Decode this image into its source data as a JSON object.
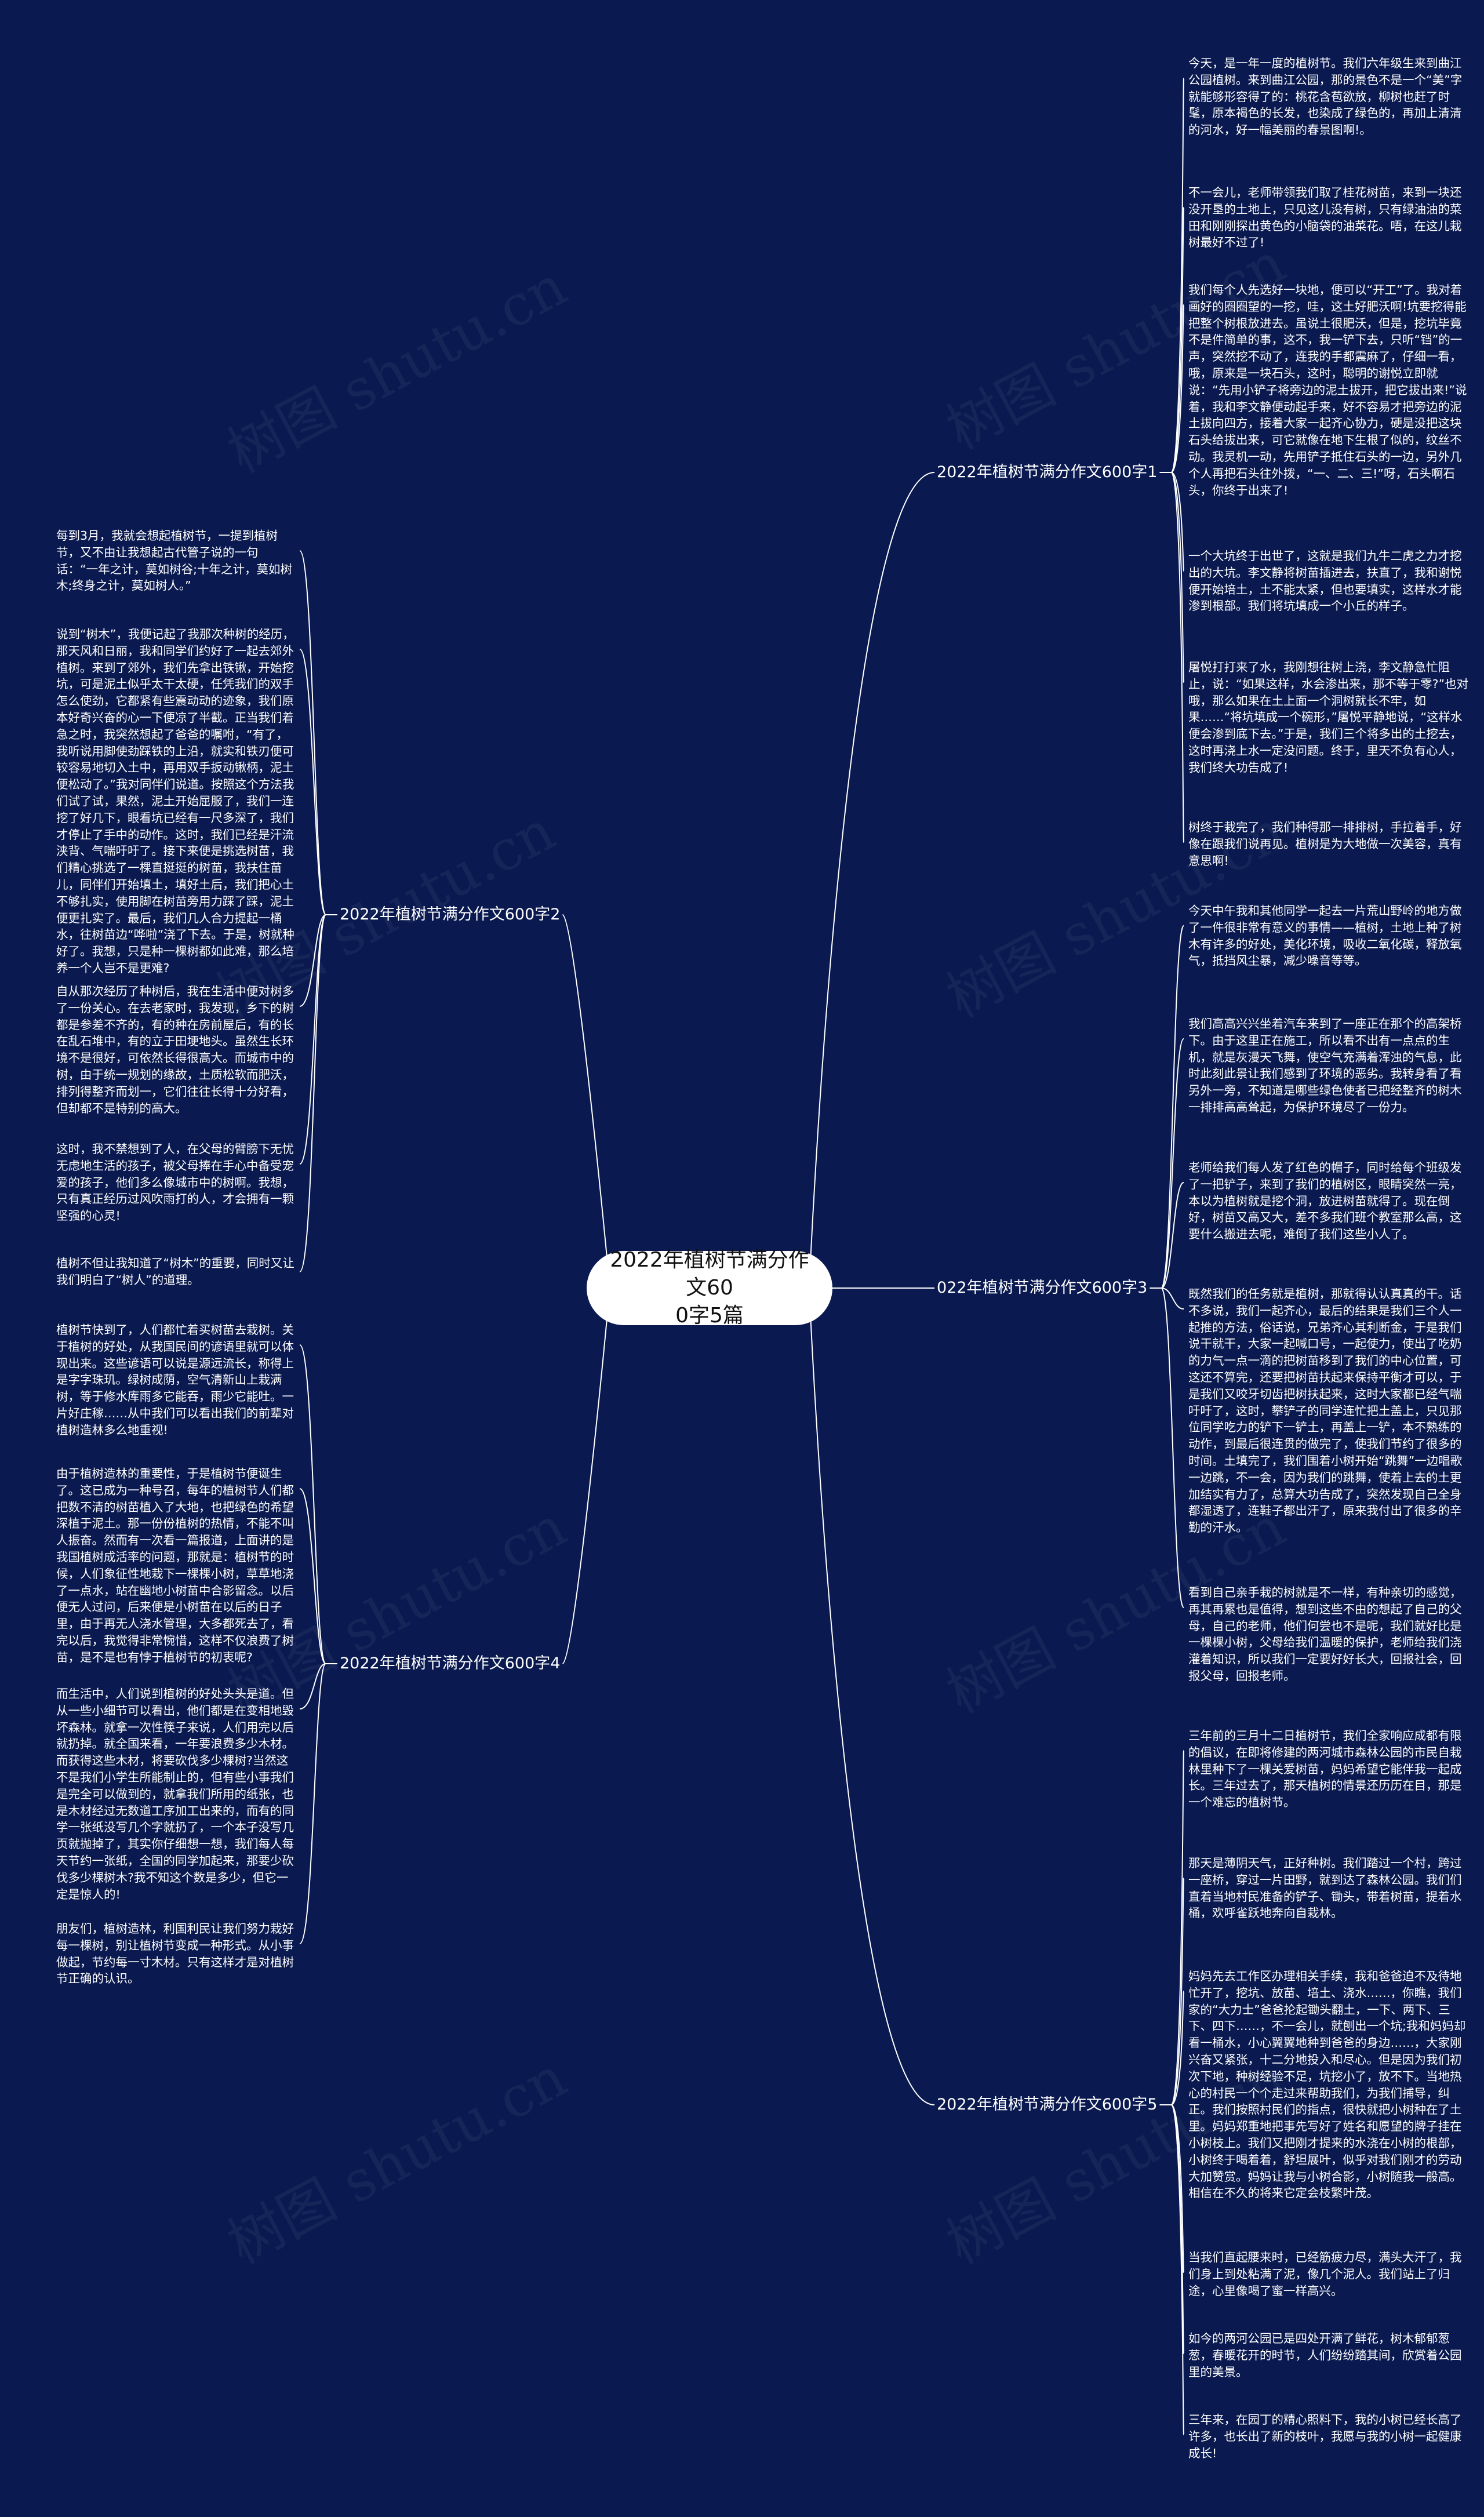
{
  "root": {
    "line1": "2022年植树节满分作文60",
    "line2": "0字5篇"
  },
  "watermark": "树图 shutu.cn",
  "colors": {
    "background": "#0a1a50",
    "line": "#ffffff",
    "root_fill": "#ffffff",
    "root_text": "#111111"
  },
  "branches": [
    {
      "label": "2022年植树节满分作文600字1",
      "leaves": [
        "今天，是一年一度的植树节。我们六年级生来到曲江公园植树。来到曲江公园，那的景色不是一个“美”字就能够形容得了的：桃花含苞欲放，柳树也赶了时髦，原本褐色的长发，也染成了绿色的，再加上清清的河水，好一幅美丽的春景图啊!。",
        "不一会儿，老师带领我们取了桂花树苗，来到一块还没开垦的土地上，只见这儿没有树，只有绿油油的菜田和刚刚探出黄色的小脑袋的油菜花。唔，在这儿栽树最好不过了!",
        "我们每个人先选好一块地，便可以“开工”了。我对着画好的圈圈望的一挖，哇，这土好肥沃啊!坑要挖得能把整个树根放进去。虽说土很肥沃，但是，挖坑毕竟不是件简单的事，这不，我一铲下去，只听“铛”的一声，突然挖不动了，连我的手都震麻了，仔细一看，哦，原来是一块石头，这时，聪明的谢悦立即就说：“先用小铲子将旁边的泥土拔开，把它拔出来!”说着，我和李文静便动起手来，好不容易才把旁边的泥土拔向四方，接着大家一起齐心协力，硬是没把这块石头给拔出来，可它就像在地下生根了似的，纹丝不动。我灵机一动，先用铲子抵住石头的一边，另外几个人再把石头往外拨，“一、二、三!”呀，石头啊石头，你终于出来了!",
        "一个大坑终于出世了，这就是我们九牛二虎之力才挖出的大坑。李文静将树苗插进去，扶直了，我和谢悦便开始培土，土不能太紧，但也要填实，这样水才能渗到根部。我们将坑填成一个小丘的样子。",
        "屠悦打打来了水，我刚想往树上浇，李文静急忙阻止，说：“如果这样，水会渗出来，那不等于零?”也对哦，那么如果在土上面一个洞树就长不牢，如果……“将坑填成一个碗形，”屠悦平静地说，“这样水便会渗到底下去。”于是，我们三个将多出的土挖去，这时再浇上水一定没问题。终于，里天不负有心人，我们终大功告成了!",
        "树终于栽完了，我们种得那一排排树，手拉着手，好像在跟我们说再见。植树是为大地做一次美容，真有意思啊!"
      ]
    },
    {
      "label": "2022年植树节满分作文600字2",
      "leaves": [
        "每到3月，我就会想起植树节，一提到植树节，又不由让我想起古代管子说的一句话：“一年之计，莫如树谷;十年之计，莫如树木;终身之计，莫如树人。”",
        "说到“树木”，我便记起了我那次种树的经历，那天风和日丽，我和同学们约好了一起去郊外植树。来到了郊外，我们先拿出铁锹，开始挖坑，可是泥土似乎太干太硬，任凭我们的双手怎么使劲，它都紧有些震动动的迹象，我们原本好奇兴奋的心一下便凉了半截。正当我们着急之时，我突然想起了爸爸的嘱咐，“有了，我听说用脚使劲踩铁的上沿，就实和铁刃便可较容易地切入土中，再用双手扳动锹柄，泥土便松动了。”我对同伴们说道。按照这个方法我们试了试，果然，泥土开始屈服了，我们一连挖了好几下，眼看坑已经有一尺多深了，我们才停止了手中的动作。这时，我们已经是汗流浃背、气喘吁吁了。接下来便是挑选树苗，我们精心挑选了一棵直挺挺的树苗，我扶住苗儿，同伴们开始填土，填好土后，我们把心土不够扎实，使用脚在树苗旁用力踩了踩，泥土便更扎实了。最后，我们几人合力提起一桶水，往树苗边“哗啦”浇了下去。于是，树就种好了。我想，只是种一棵树都如此难，那么培养一个人岂不是更难?",
        "自从那次经历了种树后，我在生活中便对树多了一份关心。在去老家时，我发现，乡下的树都是参差不齐的，有的种在房前屋后，有的长在乱石堆中，有的立于田埂地头。虽然生长环境不是很好，可依然长得很高大。而城市中的树，由于统一规划的缘故，土质松软而肥沃，排列得整齐而划一，它们往往长得十分好看，但却都不是特别的高大。",
        "这时，我不禁想到了人，在父母的臂膀下无忧无虑地生活的孩子，被父母捧在手心中备受宠爱的孩子，他们多么像城市中的树啊。我想，只有真正经历过风吹雨打的人，才会拥有一颗坚强的心灵!",
        "植树不但让我知道了“树木”的重要，同时又让我们明白了“树人”的道理。"
      ]
    },
    {
      "label": "022年植树节满分作文600字3",
      "leaves": [
        "今天中午我和其他同学一起去一片荒山野岭的地方做了一件很非常有意义的事情——植树，土地上种了树木有许多的好处，美化环境，吸收二氧化碳，释放氧气，抵挡风尘暴，减少噪音等等。",
        "我们高高兴兴坐着汽车来到了一座正在那个的高架桥下。由于这里正在施工，所以看不出有一点点的生机，就是灰漫天飞舞，使空气充满着浑浊的气息，此时此刻此景让我们感到了环境的恶劣。我转身看了看另外一旁，不知道是哪些绿色使者已把经整齐的树木一排排高高耸起，为保护环境尽了一份力。",
        "老师给我们每人发了红色的帽子，同时给每个班级发了一把铲子，来到了我们的植树区，眼睛突然一亮，本以为植树就是挖个洞，放进树苗就得了。现在倒好，树苗又高又大，差不多我们班个教室那么高，这要什么搬进去呢，难倒了我们这些小人了。",
        "既然我们的任务就是植树，那就得认认真真的干。话不多说，我们一起齐心，最后的结果是我们三个人一起推的方法，俗话说，兄弟齐心其利断金，于是我们说干就干，大家一起喊口号，一起使力，使出了吃奶的力气一点一滴的把树苗移到了我们的中心位置，可这还不算完，还要把树苗扶起来保持平衡才可以，于是我们又咬牙切齿把树扶起来，这时大家都已经气喘吁吁了，这时，攀铲子的同学连忙把土盖上，只见那位同学吃力的铲下一铲土，再盖上一铲，本不熟练的动作，到最后很连贯的做完了，使我们节约了很多的时间。土填完了，我们围着小树开始“跳舞”一边唱歌一边跳，不一会，因为我们的跳舞，使着上去的土更加结实有力了，总算大功告成了，突然发现自己全身都湿透了，连鞋子都出汗了，原来我付出了很多的辛勤的汗水。",
        "看到自己亲手栽的树就是不一样，有种亲切的感觉，再其再累也是值得，想到这些不由的想起了自己的父母，自己的老师，他们何尝也不是呢，我们就好比是一棵棵小树，父母给我们温暖的保护，老师给我们浇灌着知识，所以我们一定要好好长大，回报社会，回报父母，回报老师。"
      ]
    },
    {
      "label": "2022年植树节满分作文600字4",
      "leaves": [
        "植树节快到了，人们都忙着买树苗去栽树。关于植树的好处，从我国民间的谚语里就可以体现出来。这些谚语可以说是源远流长，称得上是字字珠玑。绿树成荫，空气清新山上栽满树，等于修水库雨多它能吞，雨少它能吐。一片好庄稼……从中我们可以看出我们的前辈对植树造林多么地重视!",
        "由于植树造林的重要性，于是植树节便诞生了。这已成为一种号召，每年的植树节人们都把数不清的树苗植入了大地，也把绿色的希望深植于泥土。那一份份植树的热情，不能不叫人振奋。然而有一次看一篇报道，上面讲的是我国植树成活率的问题，那就是：植树节的时候，人们象征性地栽下一棵棵小树，草草地浇了一点水，站在幽地小树苗中合影留念。以后便无人过问，后来便是小树苗在以后的日子里，由于再无人浇水管理，大多都死去了，看完以后，我觉得非常惋惜，这样不仅浪费了树苗，是不是也有悖于植树节的初衷呢?",
        "而生活中，人们说到植树的好处头头是道。但从一些小细节可以看出，他们都是在变相地毁坏森林。就拿一次性筷子来说，人们用完以后就扔掉。就全国来看，一年要浪费多少木材。而获得这些木材，将要砍伐多少棵树?当然这不是我们小学生所能制止的，但有些小事我们是完全可以做到的，就拿我们所用的纸张，也是木材经过无数道工序加工出来的，而有的同学一张纸没写几个字就扔了，一个本子没写几页就抛掉了，其实你仔细想一想，我们每人每天节约一张纸，全国的同学加起来，那要少砍伐多少棵树木?我不知这个数是多少，但它一定是惊人的!",
        "朋友们，植树造林，利国利民让我们努力栽好每一棵树，别让植树节变成一种形式。从小事做起，节约每一寸木材。只有这样才是对植树节正确的认识。"
      ]
    },
    {
      "label": "2022年植树节满分作文600字5",
      "leaves": [
        "三年前的三月十二日植树节，我们全家响应成都有限的倡议，在即将修建的两河城市森林公园的市民自栽林里种下了一棵关爱树苗，妈妈希望它能伴我一起成长。三年过去了，那天植树的情景还历历在目，那是一个难忘的植树节。",
        "那天是薄阴天气，正好种树。我们踏过一个村，跨过一座桥，穿过一片田野，就到达了森林公园。我们们直着当地村民准备的铲子、锄头，带着树苗，提着水桶，欢呼雀跃地奔向自栽林。",
        "妈妈先去工作区办理相关手续，我和爸爸迫不及待地忙开了，挖坑、放苗、培土、浇水……，你瞧，我们家的“大力士”爸爸抡起锄头翻土，一下、两下、三下、四下……，不一会儿，就刨出一个坑;我和妈妈却看一桶水，小心翼翼地种到爸爸的身边……，大家刚兴奋又紧张，十二分地投入和尽心。但是因为我们初次下地，种树经验不足，坑挖小了，放不下。当地热心的村民一个个走过来帮助我们，为我们捕导，纠正。我们按照村民们的指点，很快就把小树种在了土里。妈妈郑重地把事先写好了姓名和愿望的牌子挂在小树枝上。我们又把刚才提来的水浇在小树的根部，小树终于喝着着，舒坦展叶，似乎对我们刚才的劳动大加赞赏。妈妈让我与小树合影，小树随我一般高。相信在不久的将来它定会枝繁叶茂。",
        "当我们直起腰来时，已经筋疲力尽，满头大汗了，我们身上到处粘满了泥，像几个泥人。我们站上了归途，心里像喝了蜜一样高兴。",
        "如今的两河公园已是四处开满了鲜花，树木郁郁葱葱，春暖花开的时节，人们纷纷踏其间，欣赏着公园里的美景。",
        "三年来，在园丁的精心照料下，我的小树已经长高了许多，也长出了新的枝叶，我愿与我的小树一起健康成长!"
      ]
    }
  ]
}
